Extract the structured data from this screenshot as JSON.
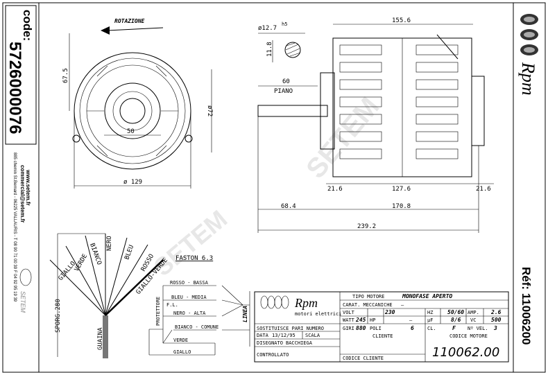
{
  "side_panel": {
    "code_label": "code:",
    "code_value": "5726000076",
    "website": "www.setem.fr",
    "email": "commercial@setem.fr",
    "address": "885 chemin St.Bernard  -  06225 VALLAURIS  -  T 08 90 71 00 39  F 04 92 95 19 39",
    "logo_text": "SETEM"
  },
  "brand": {
    "logo_text": "Rpm",
    "subtitle": "motori elettrici"
  },
  "reference": "Réf: 11006200",
  "watermark": "SETEM",
  "front_view": {
    "rotation_label": "ROTAZIONE",
    "dim_height": "67.5",
    "dim_inner": "50",
    "dim_diameter": "ø 129",
    "dim_bore": "ø72"
  },
  "side_view": {
    "shaft_diameter": "ø12.7",
    "shaft_tolerance": "h5",
    "flat_dim": "11.8",
    "flat_length": "60",
    "flat_label": "PIANO",
    "dim_top": "155.6",
    "dim_left_flange": "21.6",
    "dim_body": "127.6",
    "dim_right_flange": "21.6",
    "dim_shaft": "68.4",
    "dim_total_body": "170.8",
    "dim_overall": "239.2"
  },
  "wiring": {
    "faston": "FASTON 6.3",
    "wires": [
      "GIALLO",
      "VERDE",
      "BIANCO",
      "NERO",
      "BLEU",
      "ROSSO",
      "GIALLO-VERDE"
    ],
    "sheath": "GUAINA",
    "protrusion": "SPORG.280",
    "protector": "PROTETTORE",
    "fl": "F.L.",
    "line": "LINEA",
    "circuit": [
      "ROSSO - BASSA",
      "BLEU - MEDIA",
      "NERO - ALTA",
      "BIANCO - COMUNE",
      "VERDE",
      "GIALLO"
    ]
  },
  "title_block": {
    "tipo_motore_label": "TIPO MOTORE",
    "tipo_motore_value": "MONOFASE APERTO",
    "carat_label": "CARAT. MECCANICHE",
    "carat_value": "—",
    "volt_label": "VOLT",
    "volt_value": "230",
    "hz_label": "HZ",
    "hz_value": "50/60",
    "amp_label": "AMP.",
    "amp_value": "2.6",
    "watt_label": "WATT",
    "watt_value": "245",
    "hp_label": "HP",
    "hp_value": "—",
    "uf_label": "µF",
    "uf_value": "8/6",
    "vc_label": "VC",
    "vc_value": "500",
    "giri_label": "GIRI",
    "giri_value": "880",
    "poli_label": "POLI",
    "poli_value": "6",
    "cl_label": "CL.",
    "cl_value": "F",
    "vel_label": "Nº VEL.",
    "vel_value": "3",
    "sostituisce": "SOSTITUISCE PARI NUMERO",
    "data_label": "DATA",
    "data_value": "13/12/95",
    "scala_label": "SCALA",
    "disegnato_label": "DISEGNATO",
    "disegnato_value": "BACCHIEGA",
    "controllato_label": "CONTROLLATO",
    "cliente_label": "CLIENTE",
    "codice_cliente_label": "CODICE CLIENTE",
    "codice_motore_label": "CODICE MOTORE",
    "codice_motore_value": "110062.00"
  }
}
